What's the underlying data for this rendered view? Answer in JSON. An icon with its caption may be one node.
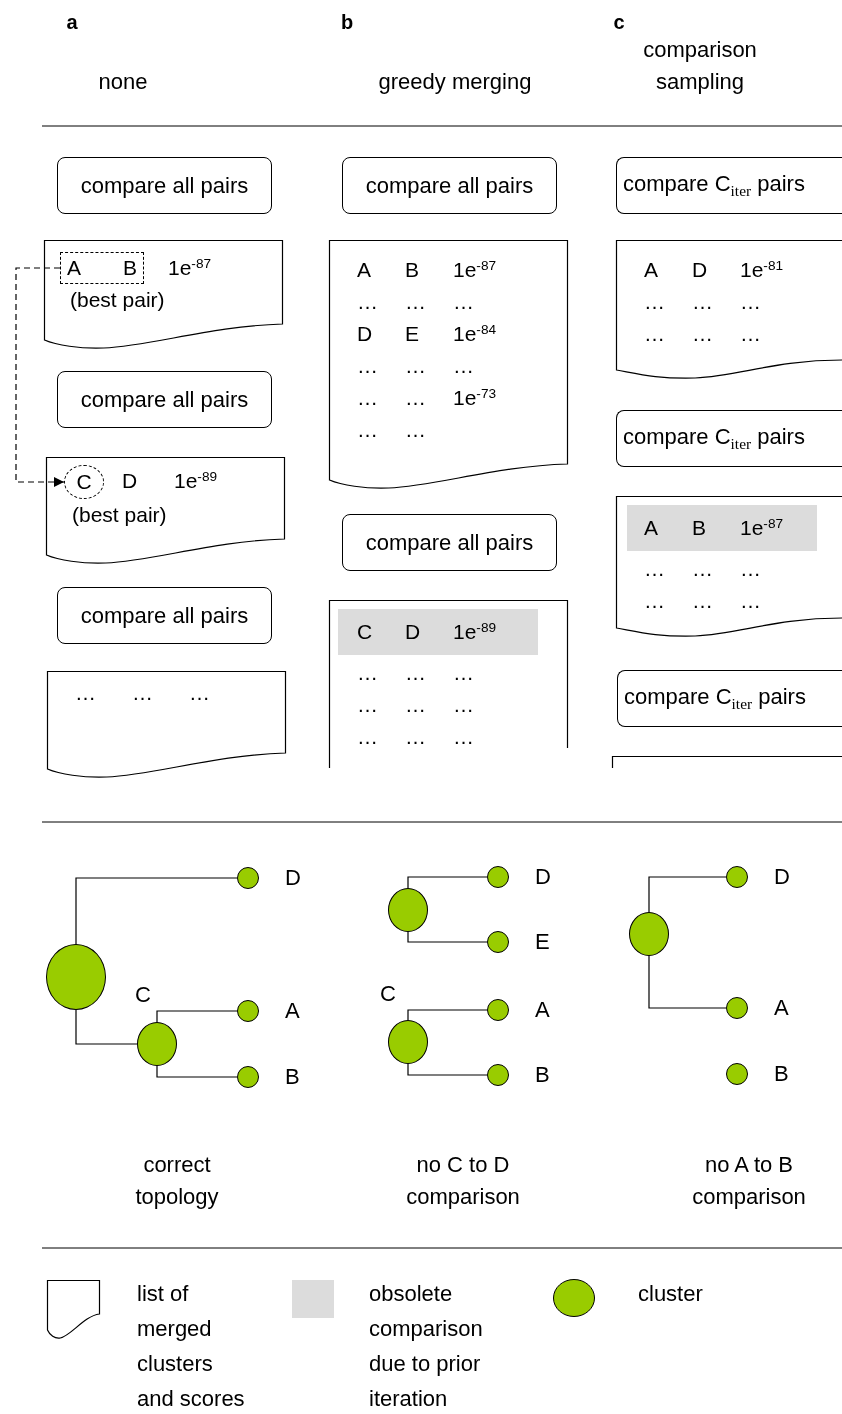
{
  "diagram": {
    "nodes": [
      {
        "text": [
          "compare all pairs"
        ]
      },
      {
        "text": [
          "1e$^{-87}$",
          "(best pair)"
        ]
      },
      {
        "text": [
          "A",
          "B"
        ],
        "in": 1
      },
      {
        "text": [
          "compare all pairs"
        ]
      },
      {
        "text": [
          "D",
          "1e$^{-89}$",
          "(best pair)"
        ]
      },
      {
        "text": [
          "C"
        ],
        "in": 4
      },
      {
        "text": [
          "compare all pairs"
        ]
      },
      {
        "text": [
          "…",
          "…",
          "…"
        ]
      },
      {
        "text": [
          "compare all pairs"
        ]
      },
      {
        "text": [
          "A",
          "B",
          "1e$^{-87}$",
          "…",
          "…",
          "…",
          "D",
          "E",
          "1e$^{-84}$",
          "…",
          "…",
          "…",
          "…",
          "…",
          "1e$^{-73}$",
          "…",
          "…"
        ]
      },
      {
        "text": [
          "compare all pairs"
        ]
      },
      {
        "text": [
          "…",
          "…",
          "…",
          "…",
          "…",
          "…",
          "…",
          "…",
          "…"
        ]
      },
      {
        "text": [
          "C",
          "D",
          "1e$^{-89}$"
        ],
        "in": 11
      },
      {
        "text": [
          "compare C$_{iter}$ pairs"
        ]
      },
      {
        "text": [
          "A",
          "D",
          "1e$^{-81}$",
          "…",
          "…",
          "…",
          "…",
          "…",
          "…"
        ]
      },
      {
        "text": [
          "compare C$_{iter}$ pairs"
        ]
      },
      {
        "text": [
          "…",
          "…",
          "…",
          "…",
          "…",
          "…"
        ]
      },
      {
        "text": [
          "A",
          "B",
          "1e$^{-87}$"
        ],
        "in": 16
      },
      {
        "text": [
          "compare C$_{iter}$ pairs"
        ]
      },
      {
        "text": [],
        "shape": "box"
      },
      {
        "text": [],
        "shape": "circle"
      },
      {
        "text": [],
        "shape": "circle",
        "beside": [
          "D"
        ]
      },
      {
        "text": [],
        "shape": "circle",
        "beside": [
          "C"
        ]
      },
      {
        "text": [],
        "shape": "circle",
        "beside": [
          "A"
        ]
      },
      {
        "text": [],
        "shape": "circle",
        "beside": [
          "B"
        ]
      },
      {
        "text": [],
        "shape": "circle"
      },
      {
        "text": [],
        "shape": "circle",
        "beside": [
          "D"
        ]
      },
      {
        "text": [],
        "shape": "circle",
        "beside": [
          "E"
        ]
      },
      {
        "text": [],
        "shape": "circle",
        "beside": [
          "C"
        ]
      },
      {
        "text": [],
        "shape": "circle",
        "beside": [
          "A"
        ]
      },
      {
        "text": [],
        "shape": "circle",
        "beside": [
          "B"
        ]
      },
      {
        "text": [],
        "shape": "circle"
      },
      {
        "text": [],
        "shape": "circle",
        "beside": [
          "D"
        ]
      },
      {
        "text": [],
        "shape": "circle",
        "beside": [
          "A"
        ]
      },
      {
        "text": [],
        "shape": "circle",
        "beside": [
          "B"
        ]
      }
    ],
    "edges": [
      {
        "from": 2,
        "to": 5,
        "arrow": "to",
        "style": "dashed"
      },
      {
        "from": 20,
        "to": 21,
        "arrow": "none"
      },
      {
        "from": 20,
        "to": 22,
        "arrow": "none"
      },
      {
        "from": 22,
        "to": 23,
        "arrow": "none"
      },
      {
        "from": 22,
        "to": 24,
        "arrow": "none"
      },
      {
        "from": 25,
        "to": 26,
        "arrow": "none"
      },
      {
        "from": 25,
        "to": 27,
        "arrow": "none"
      },
      {
        "from": 28,
        "to": 29,
        "arrow": "none"
      },
      {
        "from": 28,
        "to": 30,
        "arrow": "none"
      },
      {
        "from": 31,
        "to": 32,
        "arrow": "none"
      },
      {
        "from": 31,
        "to": 33,
        "arrow": "none"
      }
    ],
    "labels": [
      "a",
      "none",
      "b",
      "greedy merging",
      "c",
      "comparison sampling",
      "correct topology",
      "no C to D comparison",
      "no A to B comparison"
    ],
    "legend": [
      {
        "text": "list of merged clusters and scores"
      },
      {
        "text": "obsolete comparison due to prior iteration",
        "color": "#dcdcdc"
      },
      {
        "text": "cluster",
        "color": "#99cc00"
      }
    ]
  }
}
